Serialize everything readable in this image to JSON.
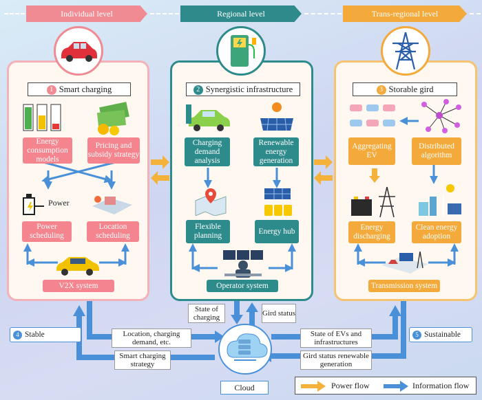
{
  "levels": {
    "individual": "Individual level",
    "regional": "Regional level",
    "trans_regional": "Trans-regional level"
  },
  "panels": {
    "individual": {
      "num": "1",
      "title": "Smart charging",
      "box1": "Energy consumption models",
      "box2": "Pricing and subsidy strategy",
      "power_word": "Power",
      "box3": "Power scheduling",
      "box4": "Location scheduling",
      "system": "V2X system"
    },
    "regional": {
      "num": "2",
      "title": "Synergistic infrastructure",
      "box1": "Charging demand analysis",
      "box2": "Renewable energy generation",
      "box3": "Flexible planning",
      "box4": "Energy hub",
      "system": "Operator system"
    },
    "trans_regional": {
      "num": "3",
      "title": "Storable gird",
      "box1": "Aggregating EV",
      "box2": "Distributed algorithm",
      "box3": "Energy discharging",
      "box4": "Clean energy adoption",
      "system": "Transmission system"
    }
  },
  "bottom": {
    "stable_num": "4",
    "stable": "Stable",
    "sustainable_num": "5",
    "sustainable": "Sustainable",
    "location_demand": "Location, charging demand, etc.",
    "smart_strategy": "Smart charging strategy",
    "state_of_charging": "State of charging",
    "gird_status": "Gird status",
    "state_evs": "State of EVs and infrastructures",
    "gird_renewable": "Gird status renewable generation",
    "cloud": "Cloud"
  },
  "legend": {
    "power_flow": "Power flow",
    "information_flow": "Information flow"
  },
  "colors": {
    "pink": "#f4848d",
    "teal": "#2e8b8b",
    "orange": "#f3aa3a",
    "info_blue": "#4a90d9",
    "power_yellow": "#f4b23a"
  }
}
